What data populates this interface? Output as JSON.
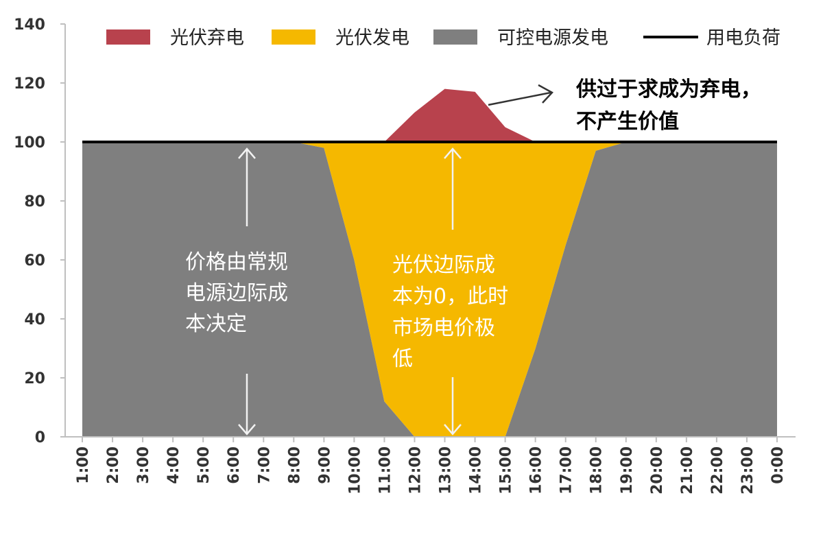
{
  "chart_data": {
    "type": "area",
    "x": [
      "1:00",
      "2:00",
      "3:00",
      "4:00",
      "5:00",
      "6:00",
      "7:00",
      "8:00",
      "9:00",
      "10:00",
      "11:00",
      "12:00",
      "13:00",
      "14:00",
      "15:00",
      "16:00",
      "17:00",
      "18:00",
      "19:00",
      "20:00",
      "21:00",
      "22:00",
      "23:00",
      "0:00"
    ],
    "ylim": [
      0,
      140
    ],
    "yticks": [
      "0",
      "20",
      "40",
      "60",
      "80",
      "100",
      "120",
      "140"
    ],
    "grid": false,
    "legend_position": "top",
    "series": [
      {
        "name": "光伏弃电",
        "color": "#b8424d",
        "values": [
          0,
          0,
          0,
          0,
          0,
          0,
          0,
          0,
          0,
          0,
          0,
          10,
          18,
          17,
          5,
          0,
          0,
          0,
          0,
          0,
          0,
          0,
          0,
          0
        ]
      },
      {
        "name": "光伏发电",
        "color": "#f5b800",
        "values": [
          0,
          0,
          0,
          0,
          0,
          0,
          0,
          0,
          2,
          40,
          88,
          100,
          100,
          100,
          100,
          70,
          35,
          3,
          0,
          0,
          0,
          0,
          0,
          0
        ]
      },
      {
        "name": "可控电源发电",
        "color": "#7f7f7f",
        "values": [
          100,
          100,
          100,
          100,
          100,
          100,
          100,
          100,
          98,
          60,
          12,
          0,
          0,
          0,
          0,
          30,
          65,
          97,
          100,
          100,
          100,
          100,
          100,
          100
        ]
      },
      {
        "name": "用电负荷",
        "color": "#000000",
        "values": [
          100,
          100,
          100,
          100,
          100,
          100,
          100,
          100,
          100,
          100,
          100,
          100,
          100,
          100,
          100,
          100,
          100,
          100,
          100,
          100,
          100,
          100,
          100,
          100
        ]
      }
    ],
    "annotations": {
      "gray_note": [
        "价格由常规",
        "电源边际成",
        "本决定"
      ],
      "yellow_note": [
        "光伏边际成",
        "本为0，此时",
        "市场电价极",
        "低"
      ],
      "curtail_note": [
        "供过于求成为弃电，",
        "不产生价值"
      ]
    }
  }
}
